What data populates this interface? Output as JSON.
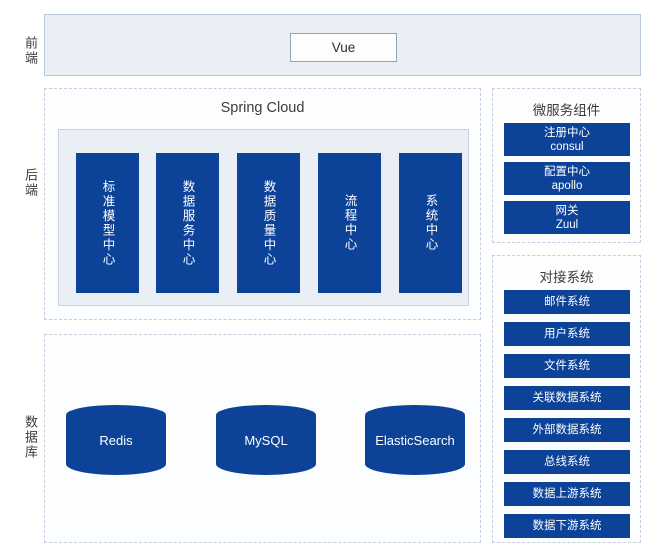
{
  "rows": [
    {
      "id": "frontend",
      "label": "前端"
    },
    {
      "id": "backend",
      "label": "后端"
    },
    {
      "id": "database",
      "label": "数据库"
    }
  ],
  "frontend": {
    "vue_label": "Vue"
  },
  "backend": {
    "title": "Spring Cloud",
    "centers": [
      {
        "label": "标准模型中心"
      },
      {
        "label": "数据服务中心"
      },
      {
        "label": "数据质量中心"
      },
      {
        "label": "流程中心"
      },
      {
        "label": "系统中心"
      }
    ]
  },
  "database": {
    "stores": [
      {
        "label": "Redis"
      },
      {
        "label": "MySQL"
      },
      {
        "label": "ElasticSearch"
      }
    ]
  },
  "microservice_panel": {
    "title": "微服务组件",
    "items": [
      {
        "name": "注册中心",
        "impl": "consul"
      },
      {
        "name": "配置中心",
        "impl": "apollo"
      },
      {
        "name": "网关",
        "impl": "Zuul"
      }
    ]
  },
  "docking_panel": {
    "title": "对接系统",
    "items": [
      {
        "label": "邮件系统"
      },
      {
        "label": "用户系统"
      },
      {
        "label": "文件系统"
      },
      {
        "label": "关联数据系统"
      },
      {
        "label": "外部数据系统"
      },
      {
        "label": "总线系统"
      },
      {
        "label": "数据上游系统"
      },
      {
        "label": "数据下游系统"
      }
    ]
  },
  "colors": {
    "brand_blue": "#0c4298",
    "panel_fill": "#eaeef5",
    "panel_border": "#b8c7de",
    "dashed_border": "#c3cede",
    "text_dark": "#3c3c3c"
  }
}
